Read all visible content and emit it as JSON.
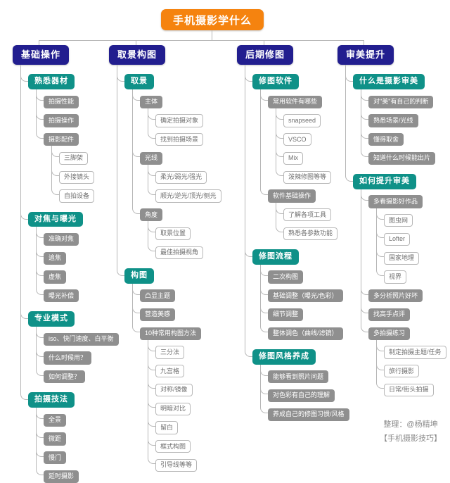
{
  "title": "手机摄影学什么",
  "colors": {
    "root": "#f5830f",
    "branch": "#221e8f",
    "section": "#0f9188",
    "item": "#8f8f8f",
    "line": "#b7b7b7"
  },
  "credit": {
    "line1": "整理：@杨精坤",
    "line2": "【手机摄影技巧】"
  },
  "tree": [
    {
      "label": "基础操作",
      "children": [
        {
          "label": "熟悉器材",
          "children": [
            {
              "label": "拍摄性能"
            },
            {
              "label": "拍摄操作"
            },
            {
              "label": "摄影配件",
              "children": [
                {
                  "label": "三脚架"
                },
                {
                  "label": "外接镜头"
                },
                {
                  "label": "自拍设备"
                }
              ]
            }
          ]
        },
        {
          "label": "对焦与曝光",
          "children": [
            {
              "label": "准确对焦"
            },
            {
              "label": "追焦"
            },
            {
              "label": "虚焦"
            },
            {
              "label": "曝光补偿"
            }
          ]
        },
        {
          "label": "专业模式",
          "children": [
            {
              "label": "iso、快门速度、白平衡"
            },
            {
              "label": "什么时候用？"
            },
            {
              "label": "如何调整？"
            }
          ]
        },
        {
          "label": "拍摄技法",
          "children": [
            {
              "label": "全景"
            },
            {
              "label": "微距"
            },
            {
              "label": "慢门"
            },
            {
              "label": "延时摄影"
            }
          ]
        }
      ]
    },
    {
      "label": "取景构图",
      "children": [
        {
          "label": "取景",
          "children": [
            {
              "label": "主体",
              "children": [
                {
                  "label": "确定拍摄对象"
                },
                {
                  "label": "找到拍摄场景"
                }
              ]
            },
            {
              "label": "光线",
              "children": [
                {
                  "label": "柔光/弱光/强光"
                },
                {
                  "label": "顺光/逆光/顶光/侧光"
                }
              ]
            },
            {
              "label": "角度",
              "children": [
                {
                  "label": "取景位置"
                },
                {
                  "label": "最佳拍摄视角"
                }
              ]
            }
          ]
        },
        {
          "label": "构图",
          "children": [
            {
              "label": "凸显主题"
            },
            {
              "label": "营造美感"
            },
            {
              "label": "10种常用构图方法",
              "children": [
                {
                  "label": "三分法"
                },
                {
                  "label": "九宫格"
                },
                {
                  "label": "对称/镜像"
                },
                {
                  "label": "明暗对比"
                },
                {
                  "label": "留白"
                },
                {
                  "label": "框式构图"
                },
                {
                  "label": "引导线等等"
                }
              ]
            }
          ]
        }
      ]
    },
    {
      "label": "后期修图",
      "children": [
        {
          "label": "修图软件",
          "children": [
            {
              "label": "常用软件有哪些",
              "children": [
                {
                  "label": "snapseed"
                },
                {
                  "label": "VSCO"
                },
                {
                  "label": "Mix"
                },
                {
                  "label": "泼辣修图等等"
                }
              ]
            },
            {
              "label": "软件基础操作",
              "children": [
                {
                  "label": "了解各项工具"
                },
                {
                  "label": "熟悉各参数功能"
                }
              ]
            }
          ]
        },
        {
          "label": "修图流程",
          "children": [
            {
              "label": "二次构图"
            },
            {
              "label": "基础调整（曝光/色彩）"
            },
            {
              "label": "细节调整"
            },
            {
              "label": "整体调色（曲线/滤镜）"
            }
          ]
        },
        {
          "label": "修图风格养成",
          "children": [
            {
              "label": "能够看到照片问题"
            },
            {
              "label": "对色彩有自己的理解"
            },
            {
              "label": "养成自己的修图习惯/风格"
            }
          ]
        }
      ]
    },
    {
      "label": "审美提升",
      "children": [
        {
          "label": "什么是摄影审美",
          "children": [
            {
              "label": "对\"美\"有自己的判断"
            },
            {
              "label": "熟悉场景/光线"
            },
            {
              "label": "懂得取舍"
            },
            {
              "label": "知道什么时候能出片"
            }
          ]
        },
        {
          "label": "如何提升审美",
          "children": [
            {
              "label": "多看摄影好作品",
              "children": [
                {
                  "label": "图虫网"
                },
                {
                  "label": "Lofter"
                },
                {
                  "label": "国家地理"
                },
                {
                  "label": "视界"
                }
              ]
            },
            {
              "label": "多分析照片好坏"
            },
            {
              "label": "找高手点评"
            },
            {
              "label": "多拍摄练习",
              "children": [
                {
                  "label": "制定拍摄主题/任务"
                },
                {
                  "label": "旅行摄影"
                },
                {
                  "label": "日常/街头拍摄"
                }
              ]
            }
          ]
        }
      ]
    }
  ]
}
